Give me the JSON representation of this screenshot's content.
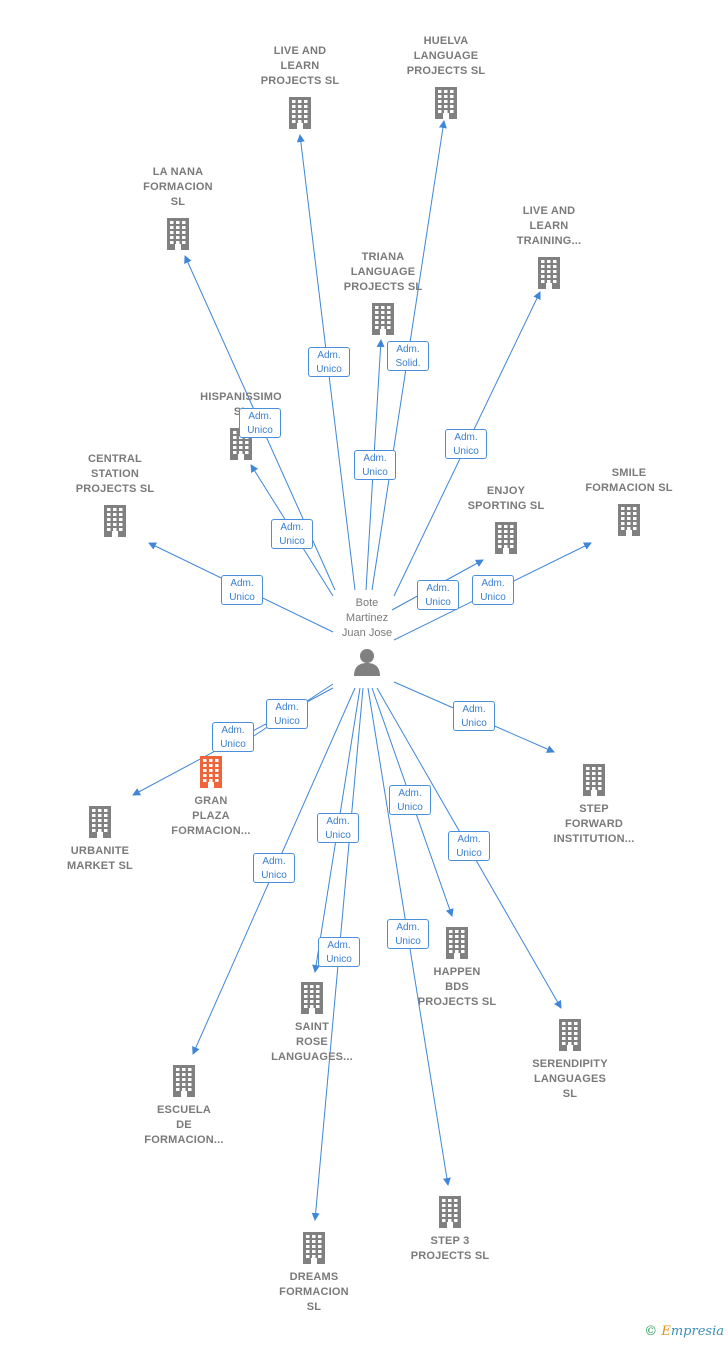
{
  "person": {
    "label": "Bote\nMartinez\nJuan Jose"
  },
  "nodes": [
    {
      "id": "live-and-learn-projects",
      "label": "LIVE AND\nLEARN\nPROJECTS  SL"
    },
    {
      "id": "huelva-language",
      "label": "HUELVA\nLANGUAGE\nPROJECTS  SL"
    },
    {
      "id": "la-nana",
      "label": "LA NANA\nFORMACION\nSL"
    },
    {
      "id": "live-and-learn-training",
      "label": "LIVE AND\nLEARN\nTRAINING..."
    },
    {
      "id": "triana-language",
      "label": "TRIANA\nLANGUAGE\nPROJECTS  SL"
    },
    {
      "id": "hispanissimo",
      "label": "HISPANISSIMO\nSL"
    },
    {
      "id": "central-station",
      "label": "CENTRAL\nSTATION\nPROJECTS  SL"
    },
    {
      "id": "enjoy-sporting",
      "label": "ENJOY\nSPORTING  SL"
    },
    {
      "id": "smile-formacion",
      "label": "SMILE\nFORMACION SL"
    },
    {
      "id": "gran-plaza",
      "label": "GRAN\nPLAZA\nFORMACION...",
      "focus": true
    },
    {
      "id": "urbanite-market",
      "label": "URBANITE\nMARKET  SL"
    },
    {
      "id": "step-forward",
      "label": "STEP\nFORWARD\nINSTITUTION..."
    },
    {
      "id": "happen-bds",
      "label": "HAPPEN\nBDS\nPROJECTS  SL"
    },
    {
      "id": "saint-rose",
      "label": "SAINT\nROSE\nLANGUAGES..."
    },
    {
      "id": "serendipity",
      "label": "SERENDIPITY\nLANGUAGES\nSL"
    },
    {
      "id": "escuela",
      "label": "ESCUELA\nDE\nFORMACION..."
    },
    {
      "id": "step-3",
      "label": "STEP 3\nPROJECTS  SL"
    },
    {
      "id": "dreams",
      "label": "DREAMS\nFORMACION\nSL"
    }
  ],
  "badges": [
    {
      "for": "live-and-learn-projects",
      "text": "Adm.\nUnico"
    },
    {
      "for": "huelva-language",
      "text": "Adm.\nSolid."
    },
    {
      "for": "la-nana",
      "text": "Adm.\nUnico"
    },
    {
      "for": "triana-language",
      "text": "Adm.\nUnico"
    },
    {
      "for": "live-and-learn-training",
      "text": "Adm.\nUnico"
    },
    {
      "for": "hispanissimo",
      "text": "Adm.\nUnico"
    },
    {
      "for": "central-station",
      "text": "Adm.\nUnico"
    },
    {
      "for": "enjoy-sporting",
      "text": "Adm.\nUnico"
    },
    {
      "for": "smile-formacion",
      "text": "Adm.\nUnico"
    },
    {
      "for": "gran-plaza",
      "text": "Adm.\nUnico"
    },
    {
      "for": "urbanite-market",
      "text": "Adm.\nUnico"
    },
    {
      "for": "step-forward",
      "text": "Adm.\nUnico"
    },
    {
      "for": "saint-rose",
      "text": "Adm.\nUnico"
    },
    {
      "for": "escuela",
      "text": "Adm.\nUnico"
    },
    {
      "for": "happen-bds",
      "text": "Adm.\nUnico"
    },
    {
      "for": "serendipity",
      "text": "Adm.\nUnico"
    },
    {
      "for": "step-3",
      "text": "Adm.\nUnico"
    },
    {
      "for": "dreams",
      "text": "Adm.\nUnico"
    }
  ],
  "colors": {
    "edge": "#3f86d8",
    "building": "#808080",
    "focus_building": "#f0643a",
    "badge_border": "#4a8fd9"
  },
  "footer": {
    "copyright": "©",
    "brand_initial": "E",
    "brand_rest": "mpresia"
  }
}
